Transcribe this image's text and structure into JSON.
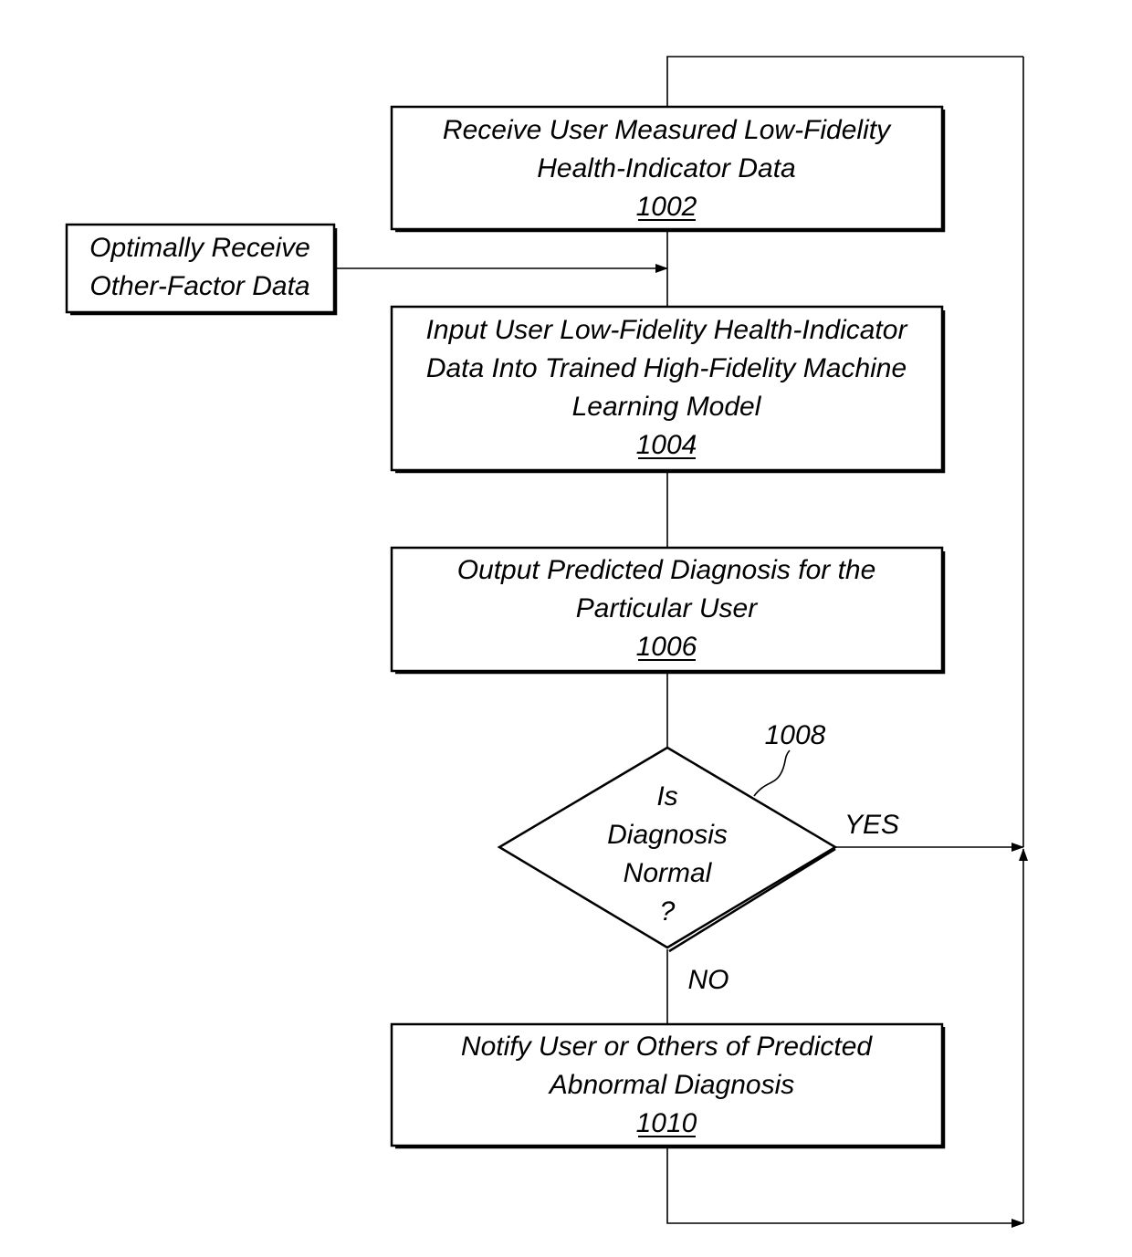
{
  "diagram": {
    "steps": [
      {
        "lines": [
          "Receive User Measured Low-Fidelity",
          "Health-Indicator Data"
        ],
        "ref": "1002"
      },
      {
        "lines": [
          "Input User Low-Fidelity Health-Indicator",
          "Data Into Trained High-Fidelity Machine",
          "Learning Model"
        ],
        "ref": "1004"
      },
      {
        "lines": [
          "Output Predicted Diagnosis for the",
          "Particular User"
        ],
        "ref": "1006"
      },
      {
        "lines": [
          "Notify User or Others of Predicted",
          "Abnormal Diagnosis"
        ],
        "ref": "1010"
      }
    ],
    "side_input": {
      "lines": [
        "Optimally Receive",
        "Other-Factor Data"
      ]
    },
    "decision": {
      "lines": [
        "Is",
        "Diagnosis",
        "Normal",
        "?"
      ],
      "ref": "1008"
    },
    "yes_label": "YES",
    "no_label": "NO"
  }
}
